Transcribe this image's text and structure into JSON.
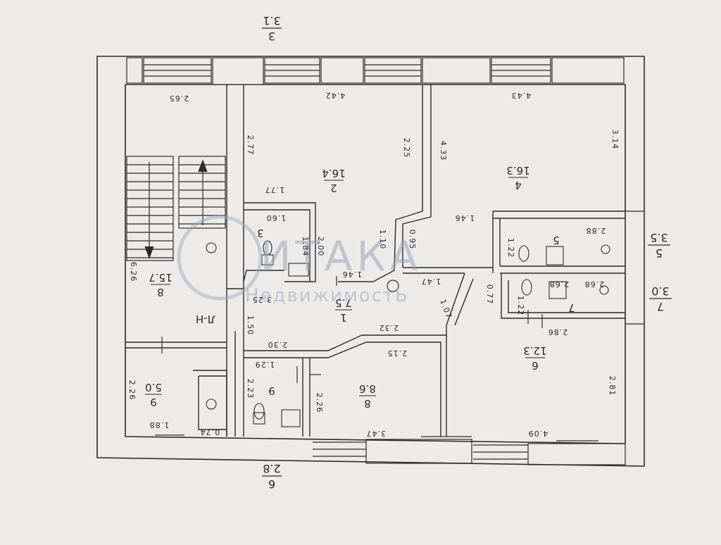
{
  "plan": {
    "exterior_labels": {
      "top_numerator": "3",
      "top_denominator": "3.1",
      "right_upper_numerator": "5",
      "right_upper_denominator": "3.5",
      "right_lower_numerator": "7",
      "right_lower_denominator": "3.0",
      "bottom_numerator": "6",
      "bottom_denominator": "2.8"
    },
    "rooms": {
      "r2": {
        "number": "2",
        "area": "16.4"
      },
      "r4": {
        "number": "4",
        "area": "16.3"
      },
      "r3": {
        "number": "3"
      },
      "r5": {
        "number": "5"
      },
      "r7": {
        "number": "7"
      },
      "r1": {
        "number": "1",
        "area": "7.5"
      },
      "r8": {
        "number": "8",
        "area": "15.7"
      },
      "r9": {
        "number": "9",
        "area": "5.0"
      },
      "r6": {
        "number": "6",
        "area": "12.3"
      },
      "r8b": {
        "number": "8",
        "area": "8.6"
      },
      "r9b": {
        "number": "9"
      },
      "stair": {
        "label": "Л-Н"
      }
    },
    "dimensions": {
      "d265": "2.65",
      "d442": "4.42",
      "d443": "4.43",
      "d277": "2.77",
      "d225": "2.25",
      "d433": "4.33",
      "d314": "3.14",
      "d177": "1.77",
      "d160": "1.60",
      "d146a": "1.46",
      "d288": "2.88",
      "d200": "2.00",
      "d184": "1.84",
      "d110": "1.10",
      "d095": "0.95",
      "d122": "1.22",
      "d146b": "1.46",
      "d147": "1.47",
      "d268a": "2.68",
      "d268b": "2.68",
      "d325": "3.25",
      "d626": "6.26",
      "d150": "1.50",
      "d107": "1.07",
      "d077": "0.77",
      "d122b": "1.22",
      "d286": "2.86",
      "d232": "2.32",
      "d230": "2.30",
      "d215": "2.15",
      "d129": "1.29",
      "d223": "2.23",
      "d226a": "2.26",
      "d226b": "2.26",
      "d188": "1.88",
      "d074": "0.74",
      "d347": "3.47",
      "d409": "4.09",
      "d281": "2.81"
    },
    "watermark": {
      "logo_text": "ИТАКА",
      "sub_text": "НедвижимостЬ"
    }
  }
}
